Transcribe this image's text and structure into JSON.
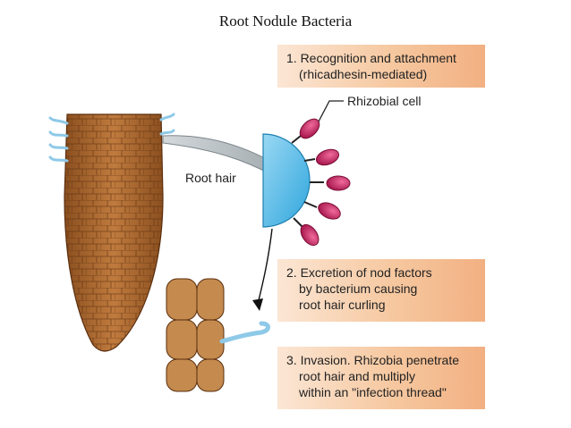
{
  "title": "Root Nodule Bacteria",
  "steps": [
    {
      "lines": [
        "1. Recognition and attachment",
        "(rhicadhesin-mediated)"
      ]
    },
    {
      "lines": [
        "2. Excretion of nod factors",
        "by bacterium causing",
        "root hair curling"
      ]
    },
    {
      "lines": [
        "3. Invasion. Rhizobia penetrate",
        "root hair and multiply",
        "within an \"infection thread\""
      ]
    }
  ],
  "labels": {
    "rhizobial_cell": "Rhizobial cell",
    "root_hair": "Root hair"
  },
  "colors": {
    "root": "#b5733a",
    "root_dark": "#6b3a14",
    "root_hair": "#8ec9e8",
    "hair_cell": "#4bb8e8",
    "bacterium": "#c2185b",
    "arrow_gray": "#9aa3a8",
    "box_orange": "#f2b082"
  }
}
